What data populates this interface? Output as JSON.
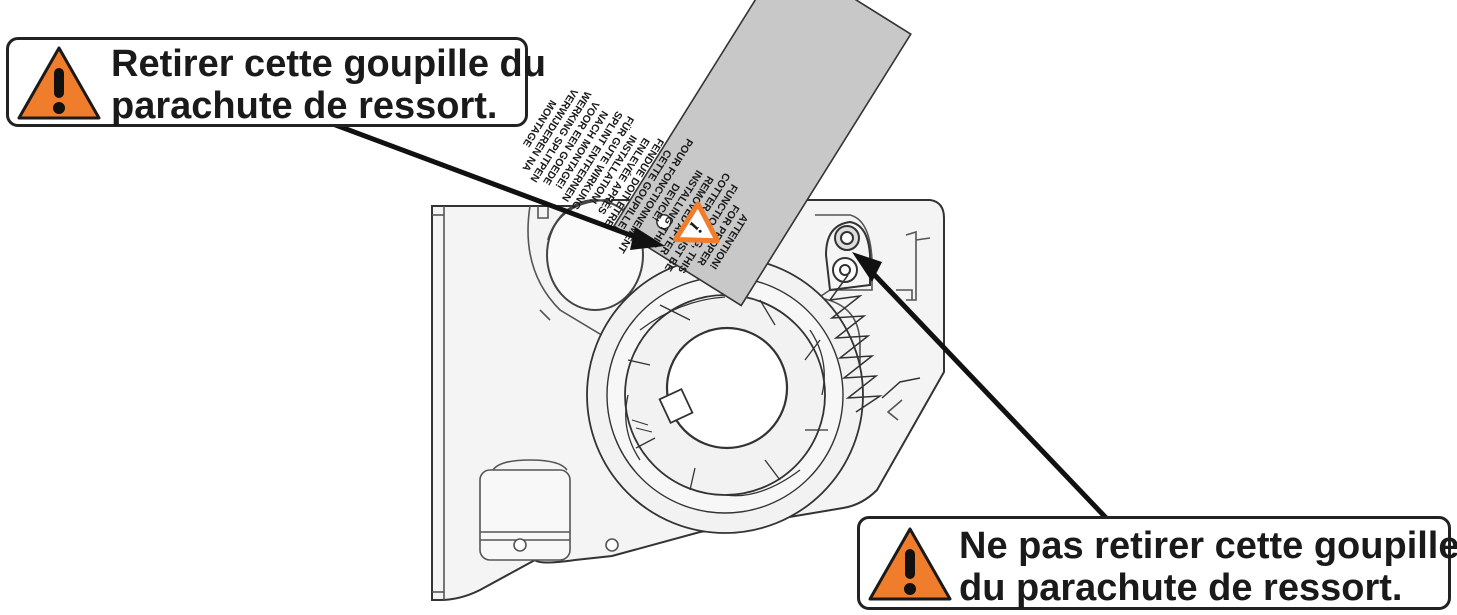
{
  "callouts": {
    "remove_pin": {
      "line1": "Retirer cette goupille du",
      "line2": "parachute de ressort."
    },
    "keep_pin": {
      "line1": "Ne pas retirer cette goupille",
      "line2": "du parachute de ressort."
    }
  },
  "tag": {
    "lines": [
      "ATTENTION!",
      "FOR PROPER",
      "FUNCTIONING, THIS",
      "COTTER PIN MUST BE",
      "REMOVED AFTER",
      "INSTALLING THIS",
      "DEVICE!",
      "POUR FONCTIONNEMENT",
      "CETTE GOUPILLE",
      "FENDUE DOIT ÊTRE",
      "ENLEVÉE APRÈS",
      "INSTALLATION!",
      "FÜR GUTE WIRKUNG",
      "SPLINT ENTFERNEN",
      "NACH MONTAGE!",
      "VOOR EEN GOEDE",
      "WERKING SPLITPEN",
      "VERWIJDEREN NA",
      "MONTAGE"
    ]
  },
  "colors": {
    "warning_orange": "#f07d2c",
    "outline": "#1a1a1a",
    "tag_gray": "#c8c8c8",
    "part_fill": "#f4f4f4"
  },
  "icons": {
    "callout_icon": "warning-triangle-icon",
    "tag_icon": "info-triangle-icon"
  }
}
